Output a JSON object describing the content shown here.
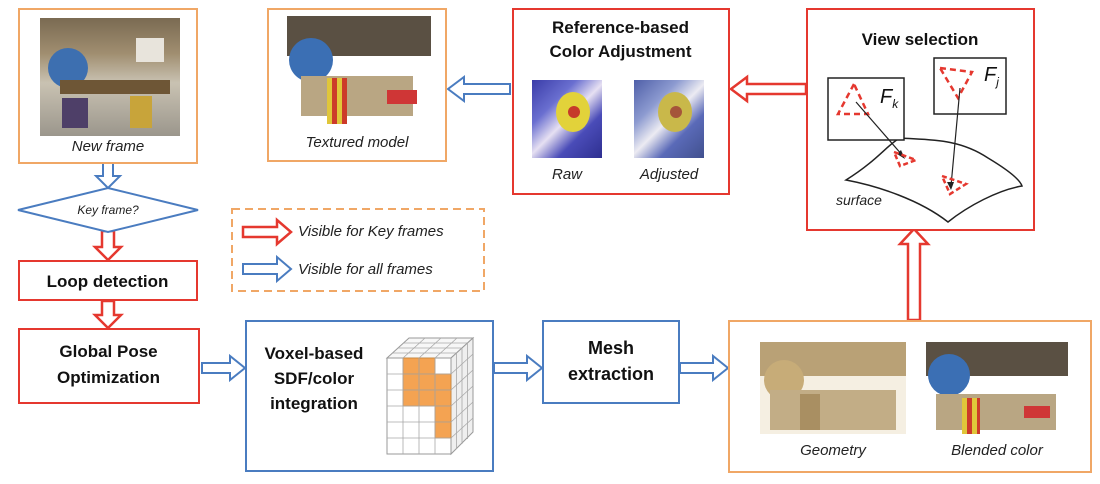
{
  "new_frame": {
    "caption": "New frame"
  },
  "textured_model": {
    "caption": "Textured model"
  },
  "color_adjustment": {
    "title_line1": "Reference-based",
    "title_line2": "Color Adjustment",
    "raw": "Raw",
    "adjusted": "Adjusted"
  },
  "view_selection": {
    "title": "View selection",
    "fk": "F",
    "fk_sub": "k",
    "fj": "F",
    "fj_sub": "j",
    "surface": "surface"
  },
  "key_frame": {
    "label": "Key frame?"
  },
  "legend": {
    "red_label": "Visible for Key frames",
    "blue_label": "Visible for all frames"
  },
  "loop_detection": {
    "label": "Loop detection"
  },
  "global_pose": {
    "line1": "Global Pose",
    "line2": "Optimization"
  },
  "voxel": {
    "line1": "Voxel-based",
    "line2": "SDF/color",
    "line3": "integration"
  },
  "mesh": {
    "line1": "Mesh",
    "line2": "extraction"
  },
  "output": {
    "geometry": "Geometry",
    "blended": "Blended color"
  },
  "colors": {
    "red": "#e5382f",
    "blue": "#4a7cc0",
    "orange": "#f0a766",
    "voxel_fill": "#f4a352"
  }
}
